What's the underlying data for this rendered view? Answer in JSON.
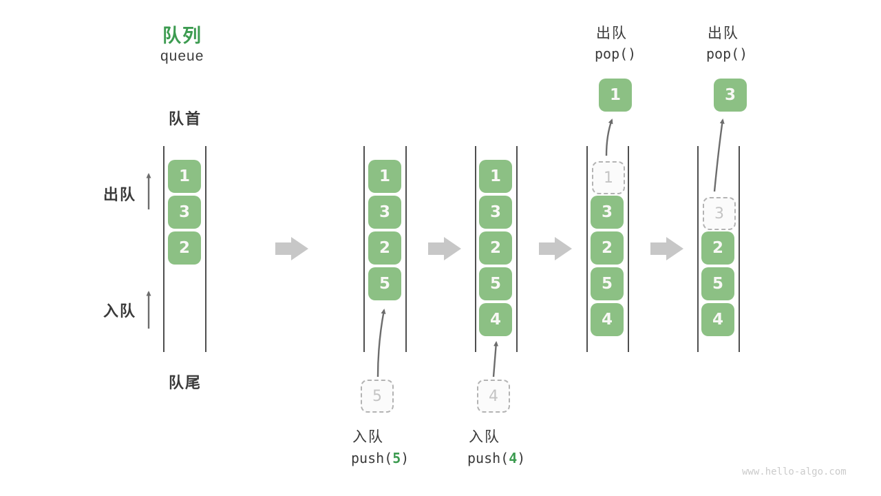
{
  "title": {
    "zh": "队列",
    "en": "queue"
  },
  "side_labels": {
    "front": "队首",
    "rear": "队尾",
    "dequeue": "出队",
    "enqueue": "入队"
  },
  "states": [
    {
      "cells": [
        "1",
        "3",
        "2"
      ]
    },
    {
      "cells": [
        "1",
        "3",
        "2",
        "5"
      ],
      "ghost": "5",
      "op": {
        "zh": "入队",
        "pre": "push(",
        "arg": "5",
        "post": ")"
      }
    },
    {
      "cells": [
        "1",
        "3",
        "2",
        "5",
        "4"
      ],
      "ghost": "4",
      "op": {
        "zh": "入队",
        "pre": "push(",
        "arg": "4",
        "post": ")"
      }
    },
    {
      "cells": [
        "3",
        "2",
        "5",
        "4"
      ],
      "ghost": "1",
      "popped": "1",
      "op": {
        "zh": "出队",
        "fn": "pop()"
      }
    },
    {
      "cells": [
        "2",
        "5",
        "4"
      ],
      "ghost": "3",
      "popped": "3",
      "op": {
        "zh": "出队",
        "fn": "pop()"
      }
    }
  ],
  "watermark": "www.hello-algo.com",
  "colors": {
    "cell_green": "#8cc084",
    "accent_green": "#3c9b50",
    "text_dark": "#3a3a3a",
    "flow_arrow_gray": "#c7c7c7",
    "thin_arrow_gray": "#6c6c6c",
    "ghost_gray": "#b3b3b3"
  }
}
